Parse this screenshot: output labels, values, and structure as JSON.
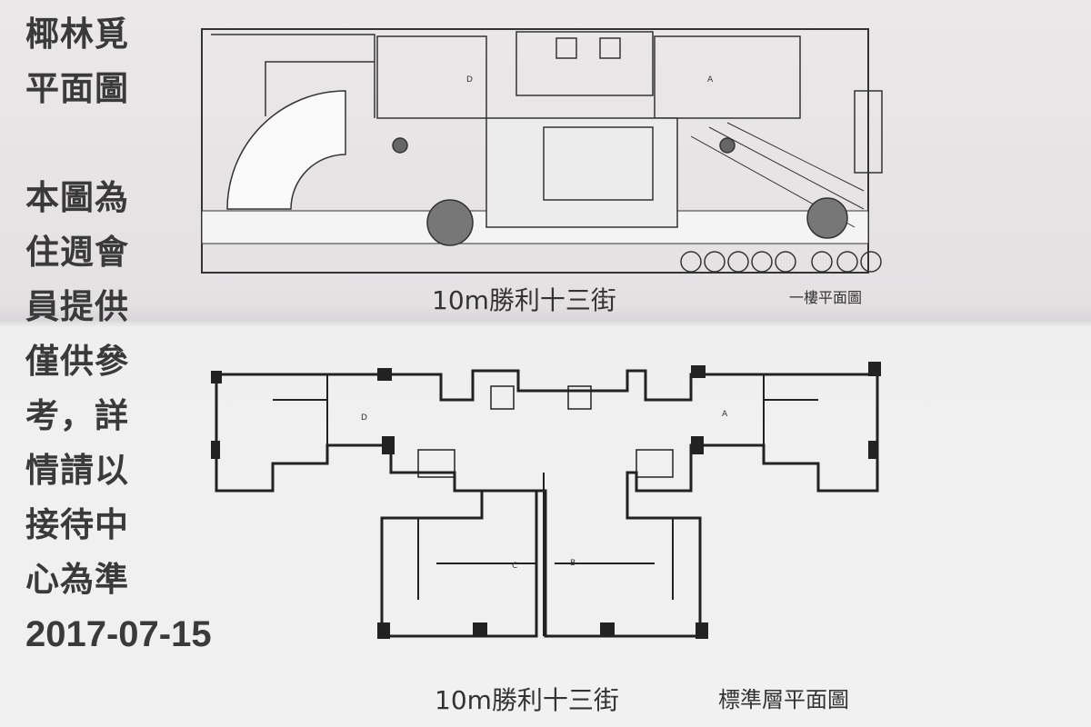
{
  "sidebar": {
    "title_lines": [
      "椰林覓",
      "平面圖"
    ],
    "note_lines": [
      "本圖為",
      "住週會",
      "員提供",
      "僅供參",
      "考，詳",
      "情請以",
      "接待中",
      "心為準"
    ],
    "date": "2017-07-15"
  },
  "ground_floor": {
    "street_label": "10m勝利十三街",
    "plan_title": "一樓平面圖",
    "unit_labels": [
      "D",
      "A"
    ]
  },
  "standard_floor": {
    "street_label": "10m勝利十三街",
    "plan_title": "標準層平面圖",
    "unit_labels": [
      "D",
      "A",
      "C",
      "B"
    ]
  }
}
